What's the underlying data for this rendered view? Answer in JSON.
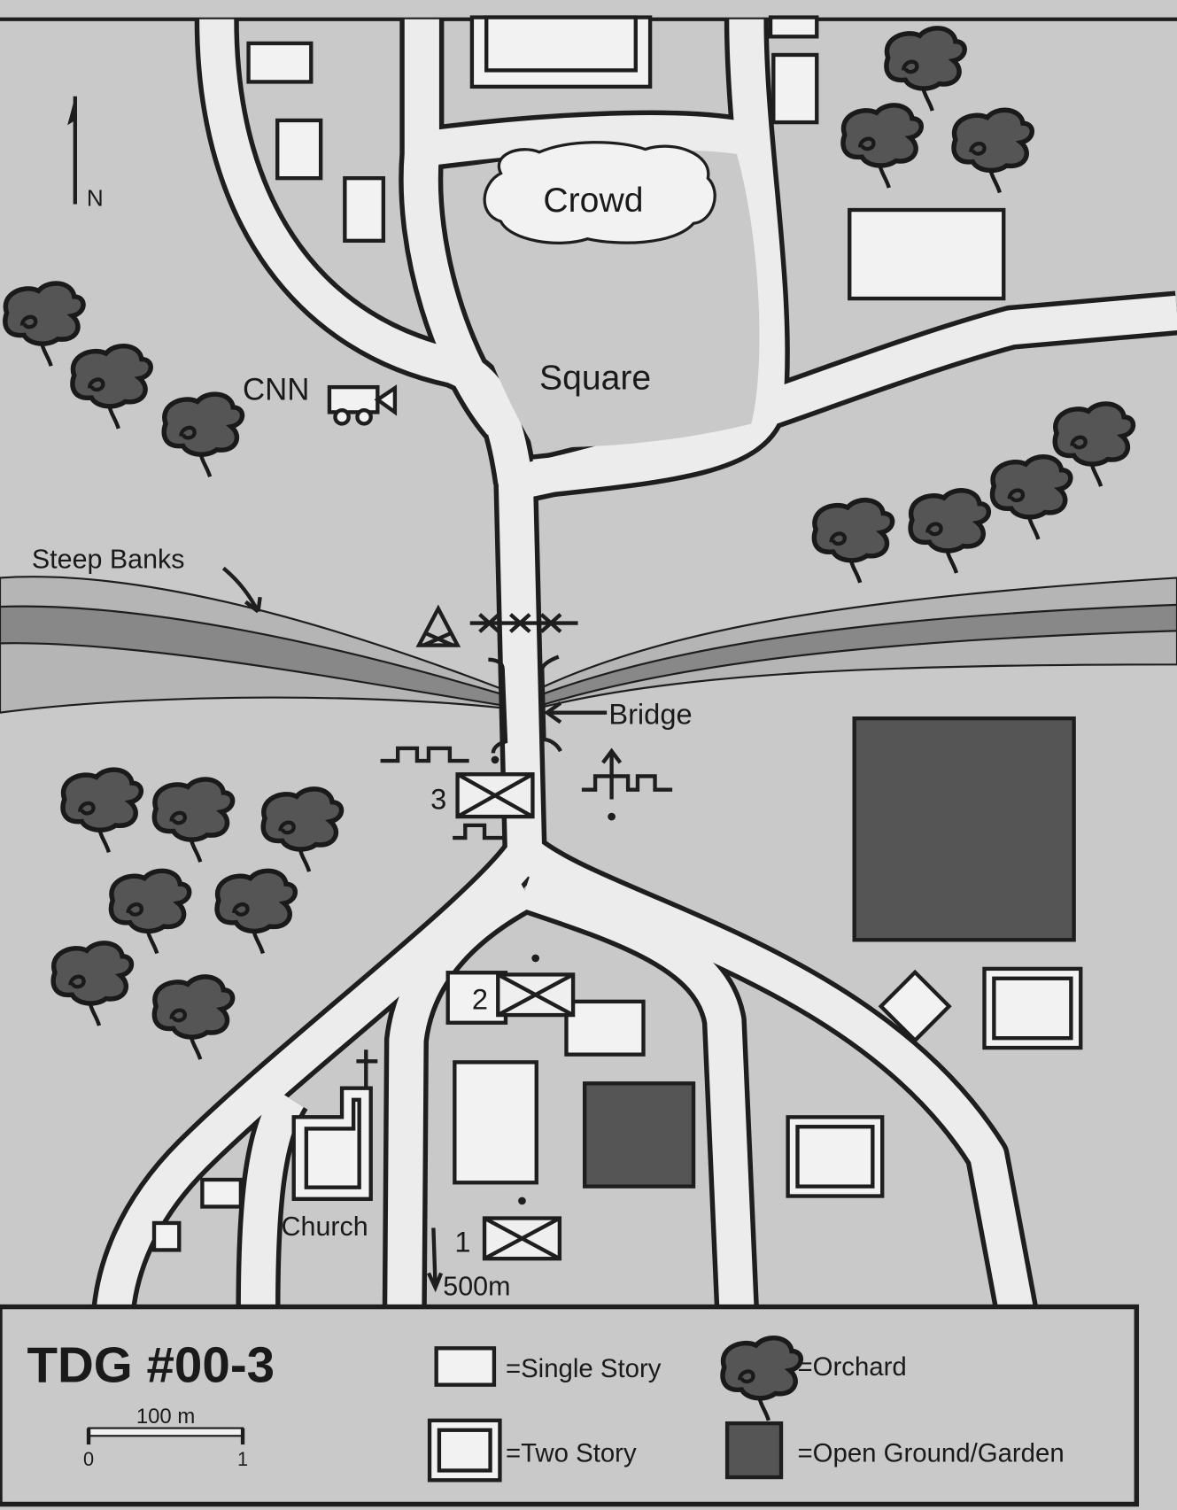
{
  "map": {
    "north_label": "N",
    "labels": {
      "crowd": "Crowd",
      "square": "Square",
      "cnn": "CNN",
      "steep_banks": "Steep Banks",
      "bridge": "Bridge",
      "church": "Church",
      "distance": "500m"
    },
    "units": [
      {
        "number": "3"
      },
      {
        "number": "2"
      },
      {
        "number": "1"
      }
    ]
  },
  "legend": {
    "title": "TDG #00-3",
    "scale": {
      "label": "100 m",
      "start": "0",
      "end": "1"
    },
    "items": [
      {
        "label": "=Single Story",
        "icon": "single-story-icon"
      },
      {
        "label": "=Orchard",
        "icon": "orchard-icon"
      },
      {
        "label": "=Two Story",
        "icon": "two-story-icon"
      },
      {
        "label": "=Open Ground/Garden",
        "icon": "open-ground-icon"
      }
    ]
  },
  "colors": {
    "background": "#c9c9c9",
    "road": "#ececec",
    "dark_fill": "#555555",
    "outline": "#1e1e1e"
  }
}
